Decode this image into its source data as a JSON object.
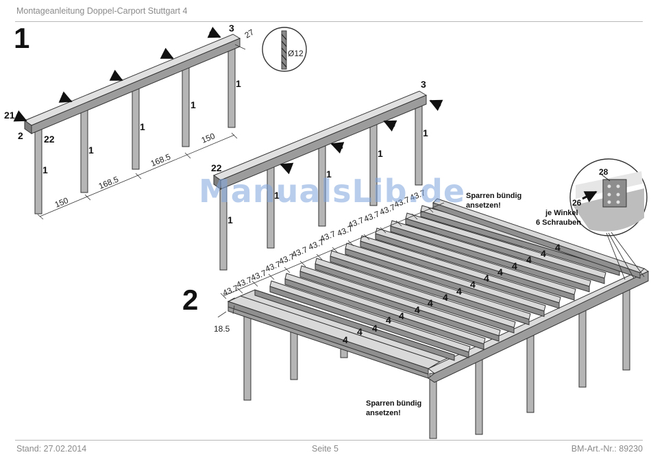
{
  "header": {
    "title": "Montageanleitung Doppel-Carport Stuttgart 4"
  },
  "footer": {
    "date": "Stand: 27.02.2014",
    "page": "Seite 5",
    "article": "BM-Art.-Nr.: 89230"
  },
  "steps": {
    "one": "1",
    "two": "2"
  },
  "drill": {
    "label": "Ø12",
    "icon": "drill-bit-icon"
  },
  "part_labels": {
    "p1": "1",
    "p2": "2",
    "p3": "3",
    "p4": "4",
    "p21": "21",
    "p22": "22",
    "p26": "26",
    "p28": "28"
  },
  "dimensions": {
    "d27": "27",
    "d150": "150",
    "d168": "168.5",
    "d437": "43.7",
    "d185": "18.5"
  },
  "notes": {
    "flush_line1": "Sparren bündig",
    "flush_line2": "ansetzen!",
    "angle_line1": "je Winkel",
    "angle_line2": "6 Schrauben"
  },
  "watermark": "ManualsLib.de"
}
